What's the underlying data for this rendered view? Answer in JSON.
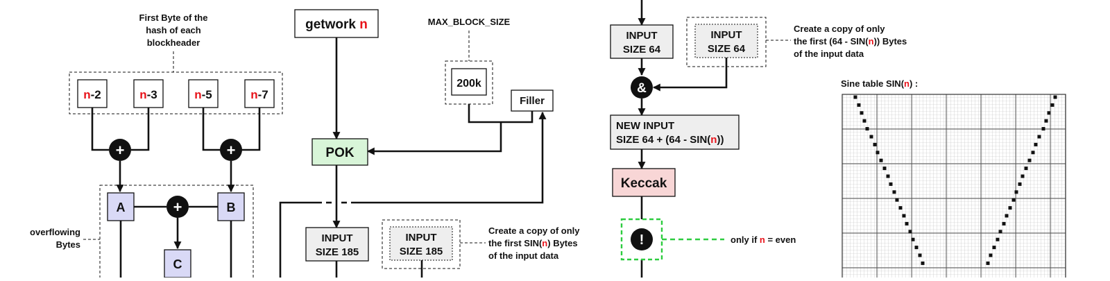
{
  "colors": {
    "red_var": "#e8141b",
    "purple_box": "#d9d9f6",
    "green_box": "#d8f5d8",
    "pink_box": "#f8d6d6",
    "gray_box": "#eeeeee",
    "green_dash": "#2ecc40",
    "grid_line": "#bbbbbb"
  },
  "left": {
    "caption_first_byte": [
      "First Byte of the",
      "hash of each",
      "blockheader"
    ],
    "var": "n",
    "offsets": [
      "-2",
      "-3",
      "-5",
      "-7"
    ],
    "plus_symbol": "+",
    "box_a": "A",
    "box_b": "B",
    "box_c": "C",
    "overflow_caption": [
      "overflowing",
      "Bytes"
    ]
  },
  "middle": {
    "getwork_label": "getwork",
    "var": "n",
    "max_block_size_label": "MAX_BLOCK_SIZE",
    "block_size_value": "200k",
    "filler_label": "Filler",
    "pok_label": "POK",
    "input_line1": "INPUT",
    "input_line2": "SIZE 185",
    "copy_input_line1": "INPUT",
    "copy_input_line2": "SIZE 185",
    "copy_note_line1": "Create a copy of only",
    "copy_note_line2_pre": "the first SIN(",
    "copy_note_line2_post": ") Bytes",
    "copy_note_line3": "of the input data"
  },
  "right": {
    "input_line1": "INPUT",
    "input_line2": "SIZE 64",
    "copy_input_line1": "INPUT",
    "copy_input_line2": "SIZE 64",
    "copy_note_line1": "Create a copy of only",
    "copy_note_line2_pre": "the first (64 - SIN(",
    "copy_note_line2_post": ")) Bytes",
    "copy_note_line3": "of the input data",
    "and_symbol": "&",
    "new_input_line1": "NEW INPUT",
    "new_input_line2_pre": "SIZE 64 + (64 - SIN(",
    "new_input_line2_post": "))",
    "keccak_label": "Keccak",
    "exclaim_symbol": "!",
    "condition_pre": "only if ",
    "condition_post": " = even"
  },
  "sine_table": {
    "title_pre": "Sine table SIN(",
    "title_post": ") :"
  }
}
